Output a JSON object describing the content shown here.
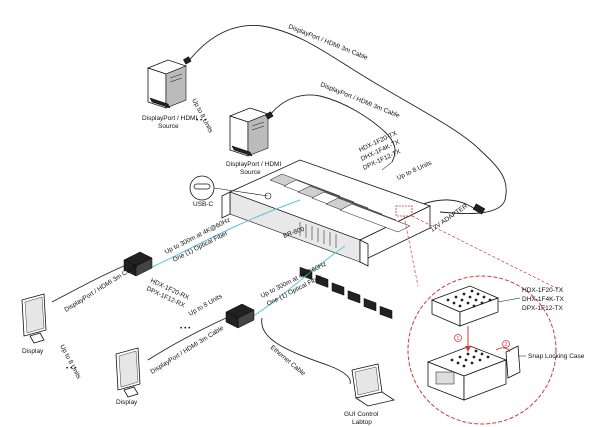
{
  "labels": {
    "dp_cable": "DisplayPort / HDMI 3m Cable",
    "dp_source": "DisplayPort / HDMI",
    "source_word": "Source",
    "up_to_8": "Up to 8 Units",
    "up_to_8_lower": "Up to 8 Units",
    "up_to_8_rx": "Up to 8 Units",
    "up_to_8_display": "Up to 8 Units",
    "dots": "• • •",
    "tx_models": [
      "HDX-1F20-TX",
      "DHX-1F4K-TX",
      "DPX-1F12-TX"
    ],
    "rx_models": [
      "HDX-1F20-RX",
      "DPX-1F12-RX"
    ],
    "adapter": "12V ADAPTER",
    "usbc": "USB-C",
    "chassis": "BR-800",
    "fiber_line1": "Up to 300m at 4K@60Hz",
    "fiber_line2": "One (1) Optical Fiber",
    "display": "Display",
    "ethernet": "Ethernet Cable",
    "gui_line1": "GUI Control",
    "gui_line2": "Labtop",
    "detail_models": [
      "HDX-1F20-TX",
      "DHX-1F4K-TX",
      "DPX-1F12-TX"
    ],
    "snap": "Snap Locking Case",
    "step1": "1",
    "step2": "2"
  },
  "colors": {
    "fiber": "#5fc0d8",
    "detail_circle": "#d23a3a",
    "line": "#222222"
  }
}
